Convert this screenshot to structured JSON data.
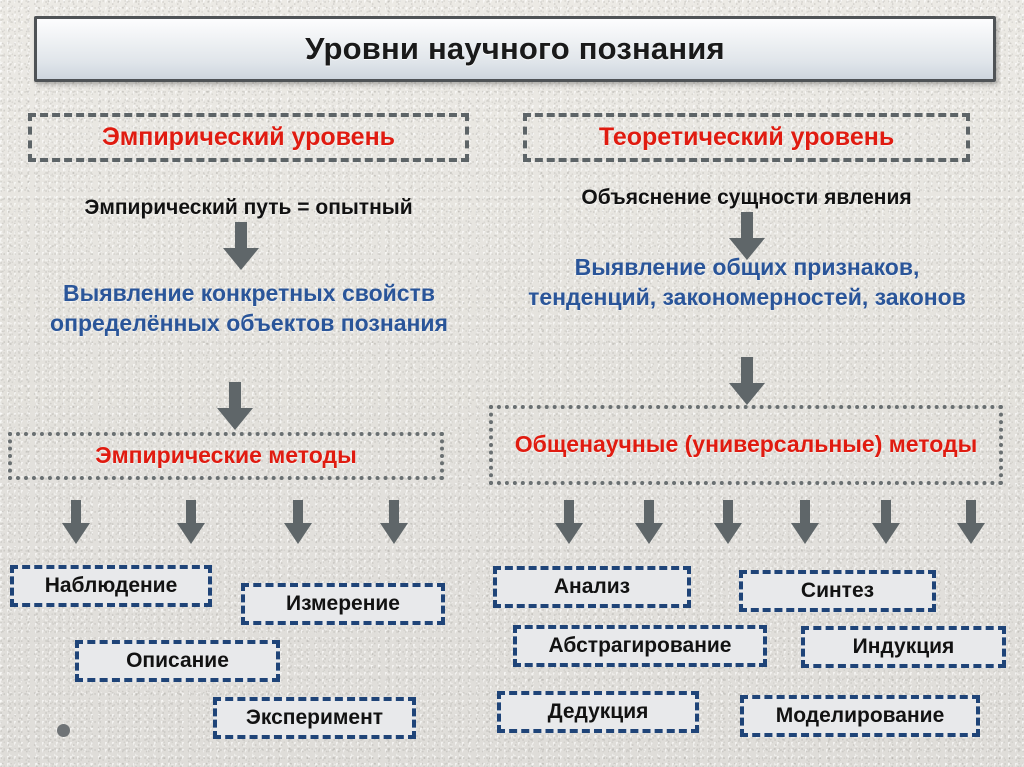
{
  "slide": {
    "title": "Уровни научного познания",
    "background_color": "#eeece7"
  },
  "colors": {
    "title_border": "#4f5356",
    "header_dash": "#5d6467",
    "red_accent": "#e01b10",
    "blue_accent": "#2a5599",
    "term_border": "#1f4478",
    "term_fill": "#e8e9eb",
    "arrow": "#5f6669",
    "black_text": "#111111"
  },
  "columns": {
    "empirical": {
      "header": "Эмпирический уровень",
      "statement": "Эмпирический путь = опытный",
      "detail": "Выявление конкретных свойств определённых объектов познания",
      "methods_label": "Эмпирические методы",
      "terms": [
        {
          "label": "Наблюдение"
        },
        {
          "label": "Измерение"
        },
        {
          "label": "Описание"
        },
        {
          "label": "Эксперимент"
        }
      ]
    },
    "theoretical": {
      "header": "Теоретический уровень",
      "statement": "Объяснение сущности явления",
      "detail": "Выявление общих признаков, тенденций, закономерностей, законов",
      "methods_label": "Общенаучные (универсальные) методы",
      "terms": [
        {
          "label": "Анализ"
        },
        {
          "label": "Синтез"
        },
        {
          "label": "Абстрагирование"
        },
        {
          "label": "Индукция"
        },
        {
          "label": "Дедукция"
        },
        {
          "label": "Моделирование"
        }
      ]
    }
  },
  "arrows": {
    "count_left_flow": 2,
    "count_right_flow": 2,
    "count_left_fan": 4,
    "count_right_fan": 6,
    "icon": "arrow-down-icon"
  }
}
